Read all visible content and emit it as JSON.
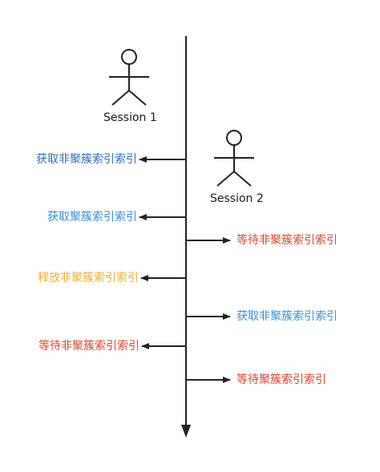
{
  "sessions": [
    {
      "label": "Session 1"
    },
    {
      "label": "Session 2"
    }
  ],
  "events": [
    {
      "text": "获取非聚簇索引索引",
      "color": "#2f6fbf",
      "direction": "left"
    },
    {
      "text": "获取聚簇索引索引",
      "color": "#3a8fd8",
      "direction": "left"
    },
    {
      "text": "等待非聚簇索引索引",
      "color": "#e0452c",
      "direction": "right"
    },
    {
      "text": "释放非聚簇索引索引",
      "color": "#f0b22a",
      "direction": "left"
    },
    {
      "text": "获取非聚簇索引索引",
      "color": "#3a8fd8",
      "direction": "right"
    },
    {
      "text": "等待非聚簇索引索引",
      "color": "#e0452c",
      "direction": "left"
    },
    {
      "text": "等待聚簇索引索引",
      "color": "#e0452c",
      "direction": "right"
    }
  ],
  "colors": {
    "line": "#222222"
  }
}
